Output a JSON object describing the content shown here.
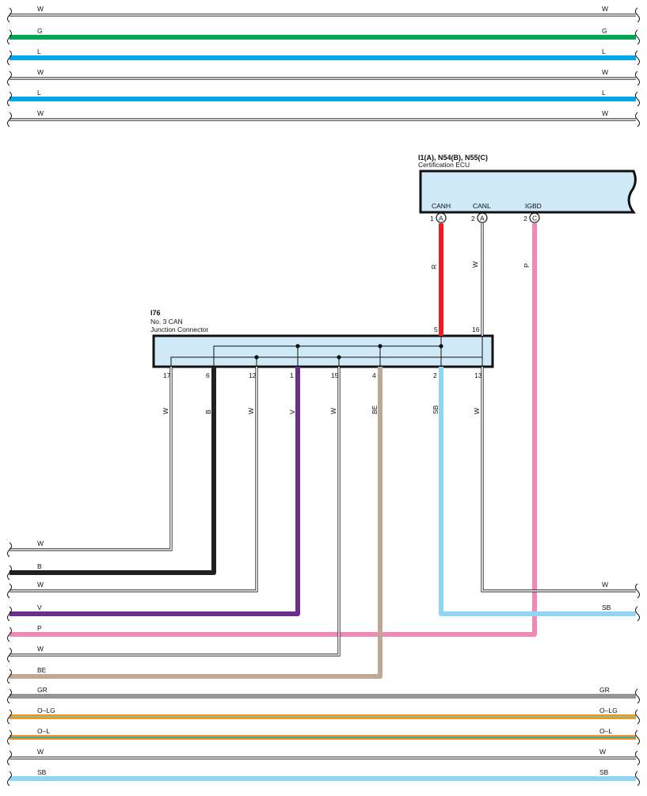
{
  "colors": {
    "W": "#ffffff",
    "G": "#00a650",
    "L": "#00a8e8",
    "B": "#231f20",
    "V": "#6b2d8f",
    "P": "#f189b8",
    "BE": "#bfa896",
    "GR": "#939598",
    "O": "#f7941d",
    "LG": "#6fc7b0",
    "SB": "#8fd6f5",
    "R": "#ed1c24",
    "connector_fill": "#cfe9f7"
  },
  "top_wires": [
    {
      "code": "W",
      "left_label": "W",
      "right_label": "W"
    },
    {
      "code": "G",
      "left_label": "G",
      "right_label": "G"
    },
    {
      "code": "L",
      "left_label": "L",
      "right_label": "L"
    },
    {
      "code": "W",
      "left_label": "W",
      "right_label": "W"
    },
    {
      "code": "L",
      "left_label": "L",
      "right_label": "L"
    },
    {
      "code": "W",
      "left_label": "W",
      "right_label": "W"
    }
  ],
  "ecu": {
    "title": "I1(A), N54(B), N55(C)",
    "subtitle": "Certification ECU",
    "terminals": [
      {
        "name": "CANH",
        "pin": "1",
        "letter": "A",
        "wire": "R"
      },
      {
        "name": "CANL",
        "pin": "2",
        "letter": "A",
        "wire": "W"
      },
      {
        "name": "IGBD",
        "pin": "2",
        "letter": "C",
        "wire": "P"
      }
    ]
  },
  "junction": {
    "title": "I76",
    "subtitle1": "No.  3 CAN",
    "subtitle2": "Junction Connector",
    "top_pins": [
      "5",
      "16"
    ],
    "bottom_pins": [
      {
        "pin": "17",
        "wire": "W"
      },
      {
        "pin": "6",
        "wire": "B"
      },
      {
        "pin": "12",
        "wire": "W"
      },
      {
        "pin": "1",
        "wire": "V"
      },
      {
        "pin": "15",
        "wire": "W"
      },
      {
        "pin": "4",
        "wire": "BE"
      },
      {
        "pin": "2",
        "wire": "SB"
      },
      {
        "pin": "13",
        "wire": "W"
      }
    ]
  },
  "left_wires": [
    {
      "code": "W",
      "label": "W"
    },
    {
      "code": "B",
      "label": "B"
    },
    {
      "code": "W",
      "label": "W"
    },
    {
      "code": "V",
      "label": "V"
    },
    {
      "code": "P",
      "label": "P"
    },
    {
      "code": "W",
      "label": "W"
    },
    {
      "code": "BE",
      "label": "BE"
    }
  ],
  "right_wires": [
    {
      "code": "W",
      "label": "W"
    },
    {
      "code": "SB",
      "label": "SB"
    }
  ],
  "bottom_wires": [
    {
      "code": "GR",
      "left_label": "GR",
      "right_label": "GR"
    },
    {
      "code": "O-LG",
      "left_label": "O–LG",
      "right_label": "O–LG"
    },
    {
      "code": "O-L",
      "left_label": "O–L",
      "right_label": "O–L"
    },
    {
      "code": "W",
      "left_label": "W",
      "right_label": "W"
    },
    {
      "code": "SB",
      "left_label": "SB",
      "right_label": "SB"
    }
  ]
}
